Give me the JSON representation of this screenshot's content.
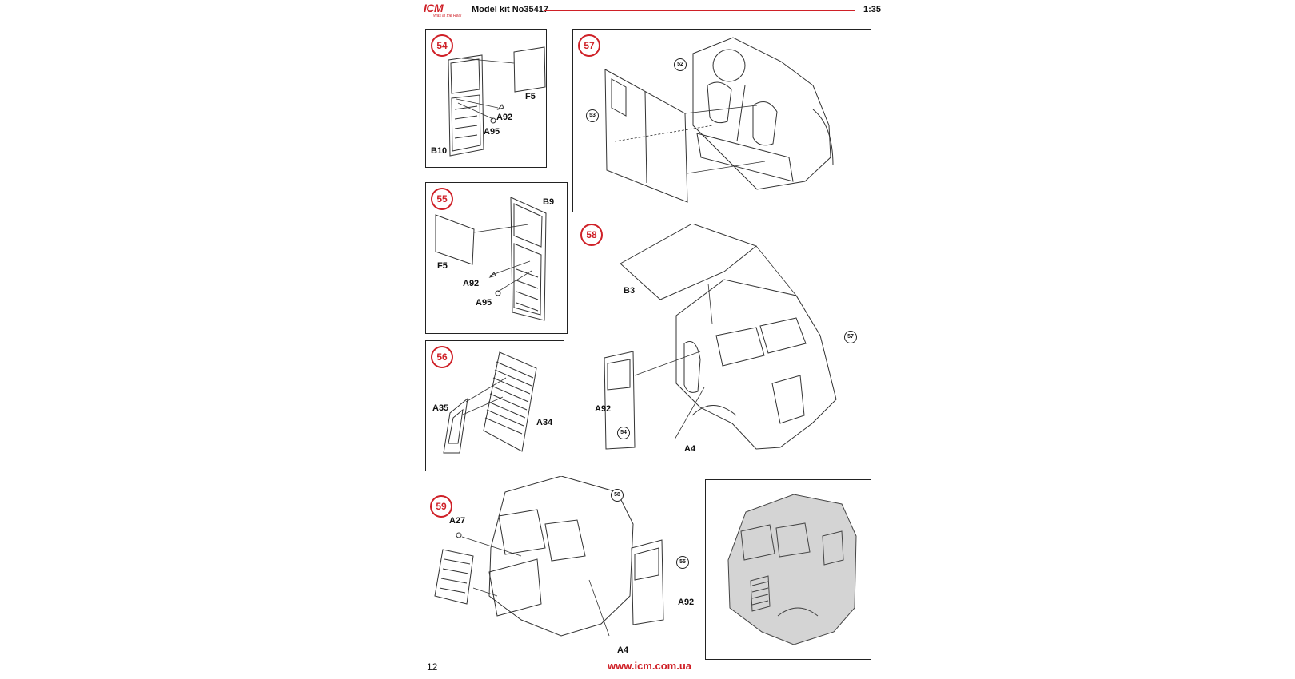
{
  "header": {
    "brand": "ICM",
    "slogan": "Was in the Real",
    "kit_title": "Model kit No35417",
    "scale": "1:35"
  },
  "steps": {
    "s54": {
      "number": "54",
      "parts": {
        "f5": "F5",
        "a92": "A92",
        "a95": "A95",
        "b10": "B10"
      }
    },
    "s55": {
      "number": "55",
      "parts": {
        "b9": "B9",
        "f5": "F5",
        "a92": "A92",
        "a95": "A95"
      }
    },
    "s56": {
      "number": "56",
      "parts": {
        "a35": "A35",
        "a34": "A34"
      }
    },
    "s57": {
      "number": "57",
      "refs": {
        "r52": "52",
        "r53": "53"
      }
    },
    "s58": {
      "number": "58",
      "parts": {
        "b3": "B3",
        "a92": "A92",
        "a4": "A4"
      },
      "refs": {
        "r57": "57",
        "r54": "54"
      }
    },
    "s59": {
      "number": "59",
      "parts": {
        "a27": "A27",
        "a92": "A92",
        "a4": "A4"
      },
      "refs": {
        "r58": "58",
        "r55": "55"
      }
    }
  },
  "footer": {
    "page_number": "12",
    "website": "www.icm.com.ua"
  },
  "colors": {
    "accent": "#cf2027",
    "line": "#222222",
    "finished_fill": "#d4d4d4"
  }
}
